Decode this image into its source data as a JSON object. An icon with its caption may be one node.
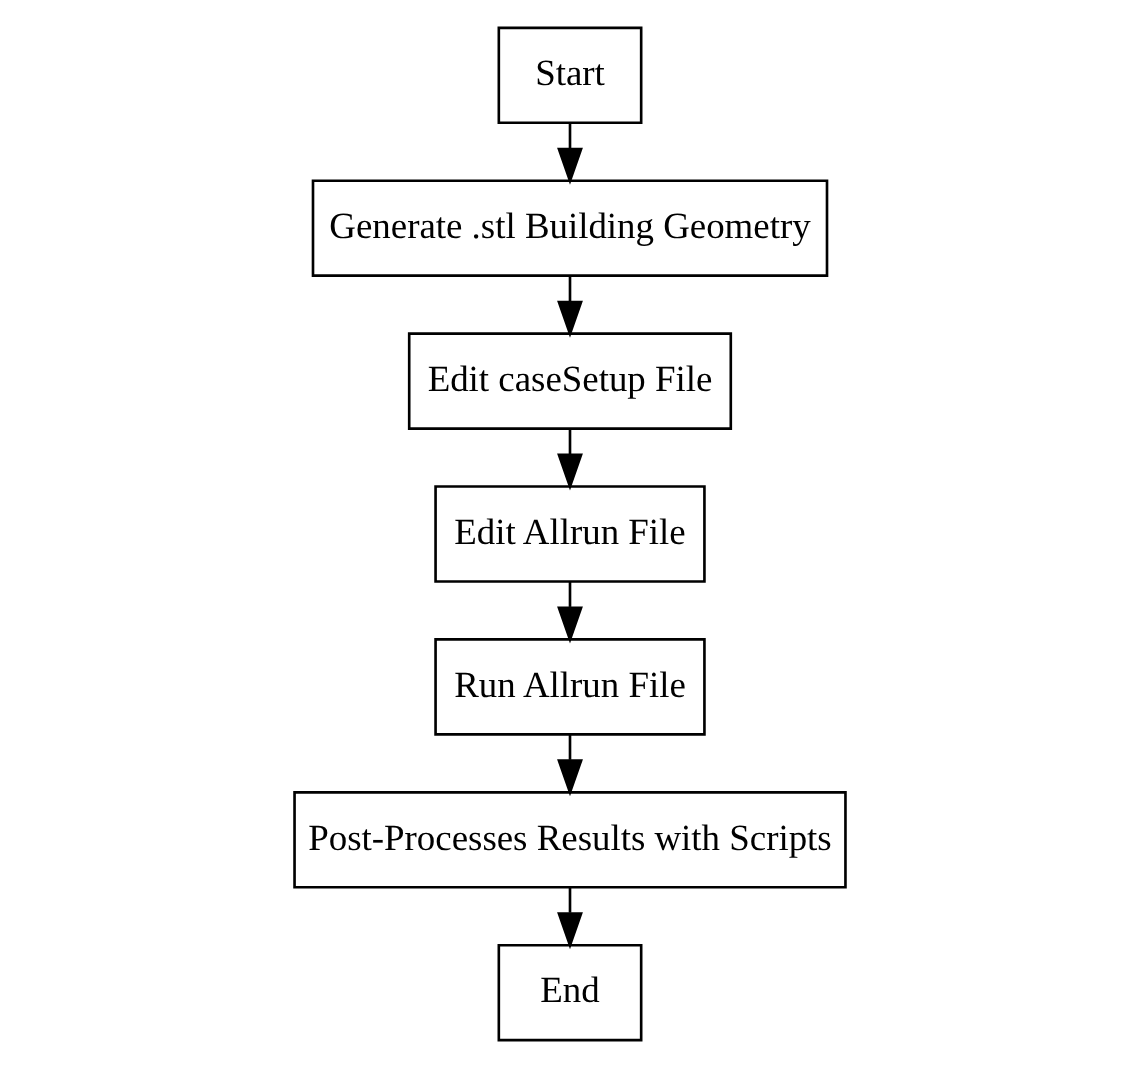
{
  "diagram": {
    "nodes": [
      {
        "text": [
          "Start"
        ]
      },
      {
        "text": [
          "Generate .stl Building Geometry"
        ]
      },
      {
        "text": [
          "Edit caseSetup File"
        ]
      },
      {
        "text": [
          "Edit Allrun File"
        ]
      },
      {
        "text": [
          "Run Allrun File"
        ]
      },
      {
        "text": [
          "Post-Processes Results with Scripts"
        ]
      },
      {
        "text": [
          "End"
        ]
      }
    ],
    "edges": [
      {
        "from": 0,
        "to": 1,
        "arrow": "to"
      },
      {
        "from": 1,
        "to": 2,
        "arrow": "to"
      },
      {
        "from": 2,
        "to": 3,
        "arrow": "to"
      },
      {
        "from": 3,
        "to": 4,
        "arrow": "to"
      },
      {
        "from": 4,
        "to": 5,
        "arrow": "to"
      },
      {
        "from": 5,
        "to": 6,
        "arrow": "to"
      }
    ]
  }
}
